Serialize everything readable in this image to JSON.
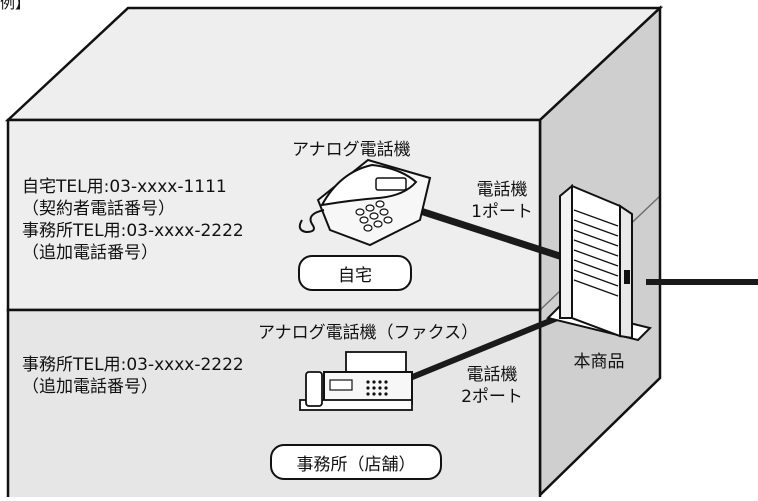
{
  "corner_label": "例】",
  "home": {
    "device_label": "アナログ電話機",
    "lines": [
      "自宅TEL用:03-xxxx-1111",
      "（契約者電話番号）",
      "事務所TEL用:03-xxxx-2222",
      "（追加電話番号）"
    ],
    "port_label_1": "電話機",
    "port_label_2": "1ポート",
    "room_label": "自宅"
  },
  "office": {
    "device_label": "アナログ電話機（ファクス）",
    "lines": [
      "事務所TEL用:03-xxxx-2222",
      "（追加電話番号）"
    ],
    "port_label_1": "電話機",
    "port_label_2": "2ポート",
    "room_label": "事務所（店舗）"
  },
  "product_label": "本商品",
  "colors": {
    "side_wall": "#cfcfcf",
    "top_face": "#eeeeee",
    "floor_face": "#e6e6e6",
    "outline": "#111111",
    "cable": "#1a1a1a"
  }
}
